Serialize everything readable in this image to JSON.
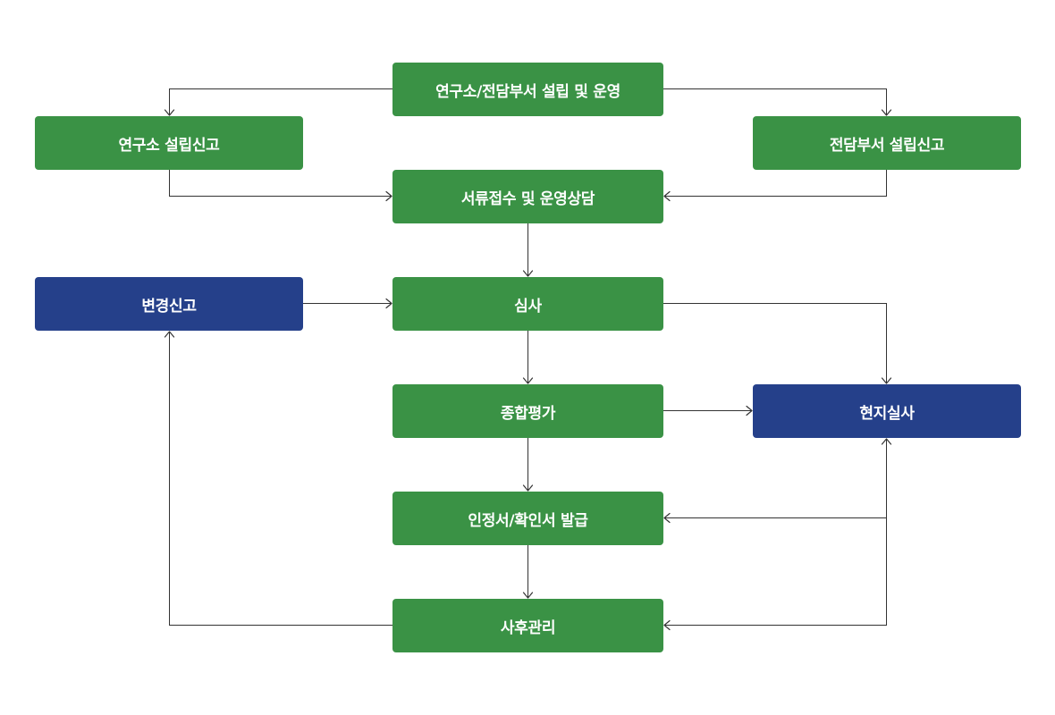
{
  "diagram": {
    "nodes": {
      "setup": {
        "label": "연구소/전담부서 설립 및 운영",
        "color": "#3a9245"
      },
      "lab": {
        "label": "연구소 설립신고",
        "color": "#3a9245"
      },
      "dept": {
        "label": "전담부서 설립신고",
        "color": "#3a9245"
      },
      "receipt": {
        "label": "서류접수 및 운영상담",
        "color": "#3a9245"
      },
      "change": {
        "label": "변경신고",
        "color": "#25408a"
      },
      "review": {
        "label": "심사",
        "color": "#3a9245"
      },
      "eval": {
        "label": "종합평가",
        "color": "#3a9245"
      },
      "site": {
        "label": "현지실사",
        "color": "#25408a"
      },
      "cert": {
        "label": "인정서/확인서 발급",
        "color": "#3a9245"
      },
      "after": {
        "label": "사후관리",
        "color": "#3a9245"
      }
    },
    "edges": [
      {
        "from": "setup",
        "to": "lab"
      },
      {
        "from": "setup",
        "to": "dept"
      },
      {
        "from": "lab",
        "to": "receipt"
      },
      {
        "from": "dept",
        "to": "receipt"
      },
      {
        "from": "receipt",
        "to": "review"
      },
      {
        "from": "change",
        "to": "review"
      },
      {
        "from": "review",
        "to": "eval"
      },
      {
        "from": "review",
        "to": "site"
      },
      {
        "from": "eval",
        "to": "site"
      },
      {
        "from": "eval",
        "to": "cert"
      },
      {
        "from": "site",
        "to": "cert"
      },
      {
        "from": "cert",
        "to": "after"
      },
      {
        "from": "site",
        "to": "after"
      },
      {
        "from": "after",
        "to": "change"
      }
    ],
    "line_color": "#333333"
  }
}
